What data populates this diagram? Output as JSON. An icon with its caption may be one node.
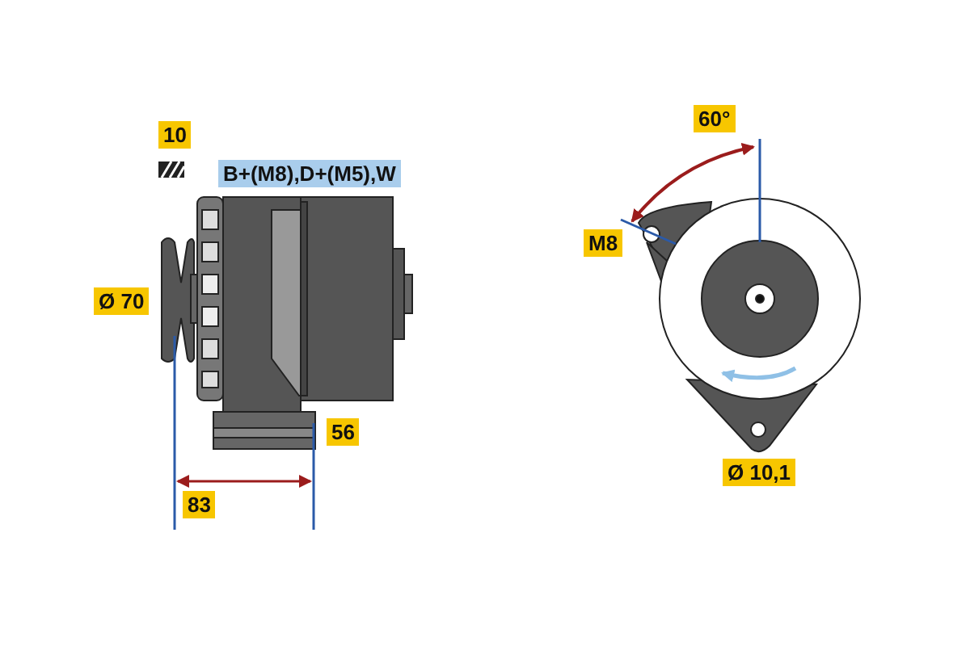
{
  "diagram": {
    "labels": [
      "10",
      "B+(M8),D+(M5),W",
      "Ø 70",
      "56",
      "83",
      "60°",
      "M8",
      "Ø 10,1"
    ]
  }
}
